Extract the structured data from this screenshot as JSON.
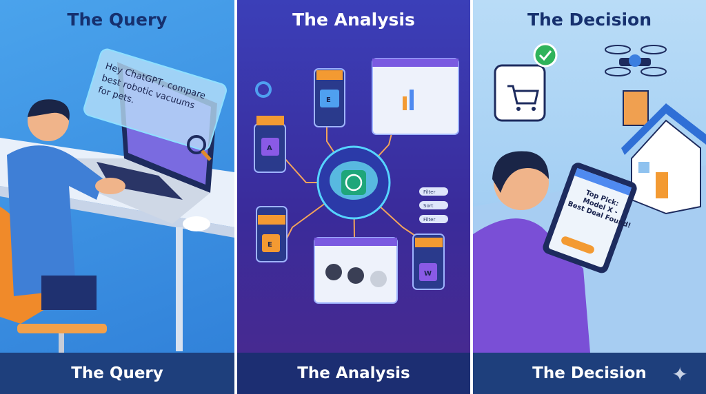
{
  "panels": [
    {
      "title": "The Query",
      "footer": "The Query",
      "speech_bubble": [
        "Hey ChatGPT, compare",
        "best robotic vacuums",
        "for pets."
      ]
    },
    {
      "title": "The Analysis",
      "footer": "The Analysis",
      "store_letters": [
        "A",
        "E",
        "E",
        "W"
      ],
      "filter_pills": [
        "Filter",
        "Sort",
        "Filter"
      ]
    },
    {
      "title": "The Decision",
      "footer": "The Decision",
      "tablet_text": [
        "Top Pick:",
        "Model X -",
        "Best Deal Found!"
      ]
    }
  ],
  "colors": {
    "footer": "#1e3f7c",
    "panel1": "#3a8fe0",
    "panel2": "#3a2b9a",
    "panel3": "#a9d2f5",
    "accent_orange": "#f39a32",
    "check_green": "#2fb35a"
  }
}
